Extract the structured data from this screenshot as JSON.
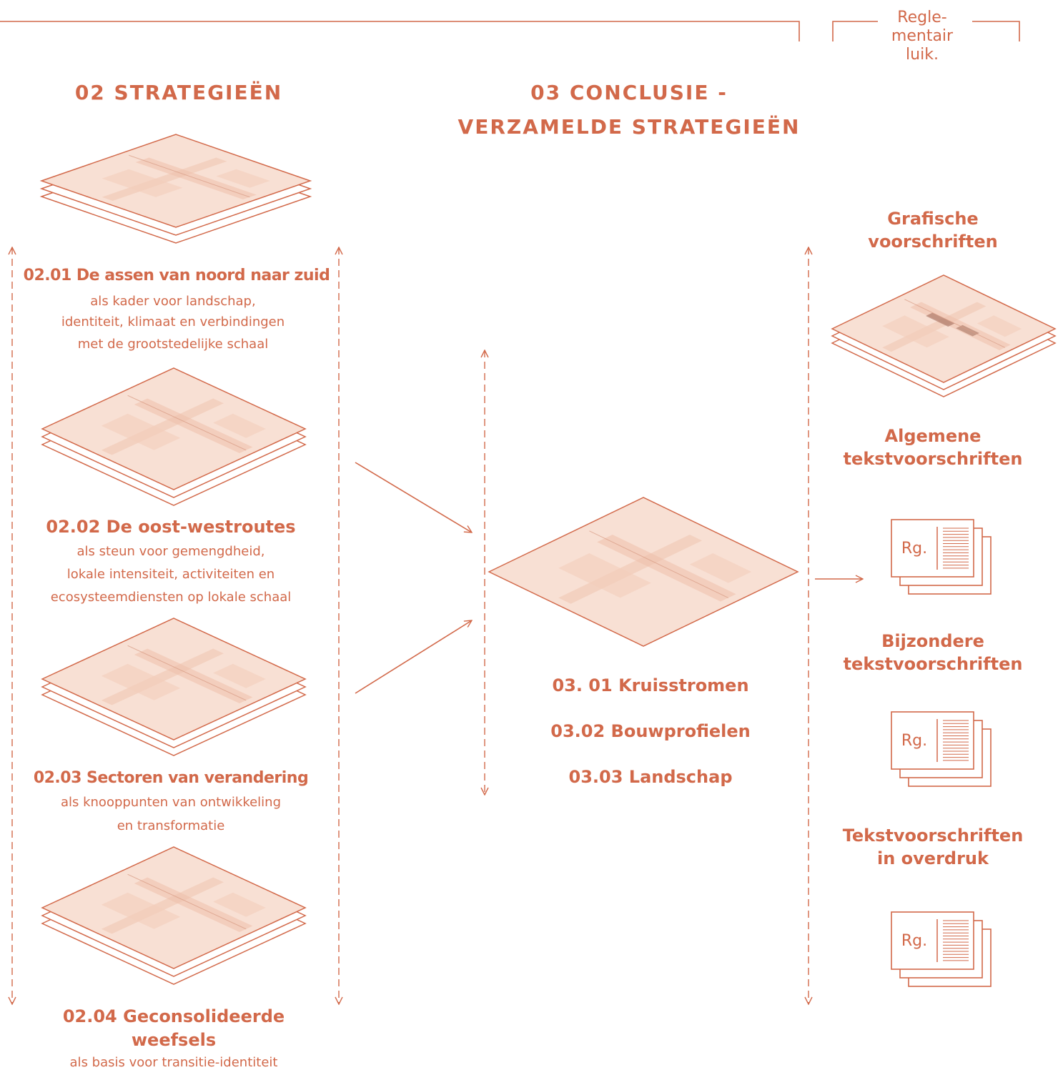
{
  "colors": {
    "accent": "#d2694a",
    "map_fill": "#f8e0d4",
    "map_dark": "#9a6352"
  },
  "top_bracket_label": "Regle-\nmentair\nluik.",
  "section2": {
    "title": "02 STRATEGIEËN",
    "items": [
      {
        "title": "02.01  De assen van noord naar zuid",
        "desc": [
          "als kader voor landschap,",
          "identiteit, klimaat en verbindingen",
          "met de grootstedelijke schaal"
        ]
      },
      {
        "title": "02.02  De oost-westroutes",
        "desc": [
          "als steun voor gemengdheid,",
          "lokale intensiteit, activiteiten en",
          "ecosysteemdiensten op lokale schaal"
        ]
      },
      {
        "title": "02.03  Sectoren van verandering",
        "desc": [
          "als knooppunten van ontwikkeling",
          "en transformatie"
        ]
      },
      {
        "title_lines": [
          "02.04  Geconsolideerde",
          "weefsels"
        ],
        "desc": [
          "als basis voor transitie-identiteit"
        ]
      }
    ]
  },
  "section3": {
    "title_lines": [
      "03  CONCLUSIE -",
      "VERZAMELDE STRATEGIEËN"
    ],
    "items": [
      "03. 01  Kruisstromen",
      "03.02  Bouwprofielen",
      "03.03  Landschap"
    ]
  },
  "section_reg": {
    "items": [
      {
        "lines": [
          "Grafische",
          "voorschriften"
        ]
      },
      {
        "lines": [
          "Algemene",
          "tekstvoorschriften"
        ],
        "doc_label": "Rg."
      },
      {
        "lines": [
          "Bijzondere",
          "tekstvoorschriften"
        ],
        "doc_label": "Rg."
      },
      {
        "lines": [
          "Tekstvoorschriften",
          "in overdruk"
        ],
        "doc_label": "Rg."
      }
    ]
  }
}
